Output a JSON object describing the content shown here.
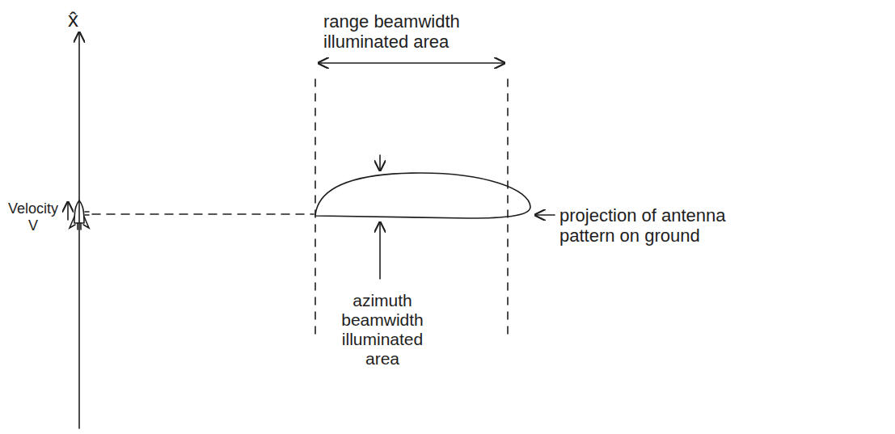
{
  "diagram": {
    "labels": [
      "x̂",
      "Velocity V",
      "range beamwidth illuminated area",
      "projection of antenna pattern on ground",
      "azimuth beamwidth illuminated area"
    ]
  }
}
